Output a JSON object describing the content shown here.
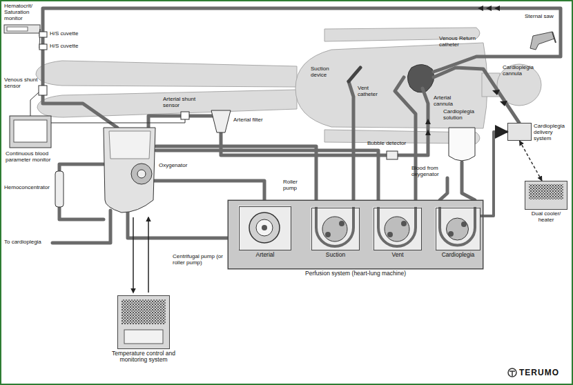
{
  "diagram": {
    "nodes": [
      {
        "text": [
          "Perfusion system (heart-lung machine)"
        ]
      },
      {
        "text": [
          "Arterial"
        ],
        "in": 0
      },
      {
        "text": [
          "Suction"
        ],
        "in": 0
      },
      {
        "text": [
          "Vent"
        ],
        "in": 0
      },
      {
        "text": [
          "Cardioplegia"
        ],
        "in": 0
      },
      {
        "text": [
          "Cardioplegia delivery system"
        ]
      },
      {
        "text": [
          "Dual cooler/ heater"
        ]
      },
      {
        "text": [
          "Temperature control and monitoring system"
        ]
      }
    ],
    "edges": [
      {
        "from": 4,
        "to": 5,
        "arrow": "to"
      },
      {
        "from": 5,
        "to": 6,
        "arrow": "both"
      }
    ],
    "labels": [
      "Hematocrit/ Saturation monitor",
      "H/S cuvette",
      "H/S cuvette",
      "Venous shunt sensor",
      "Continuous blood parameter monitor",
      "Hemoconcentrator",
      "To cardioplegia",
      "Oxygenator",
      "Arterial shunt sensor",
      "Arterial filter",
      "Centrifugal pump (or roller pump)",
      "Roller pump",
      "Suction device",
      "Vent catheter",
      "Venous Return catheter",
      "Arterial cannula",
      "Cardioplegia cannula",
      "Sternal saw",
      "Bubble detector",
      "Cardioplegia solution",
      "Blood from oxygenator",
      "TERUMO"
    ]
  }
}
